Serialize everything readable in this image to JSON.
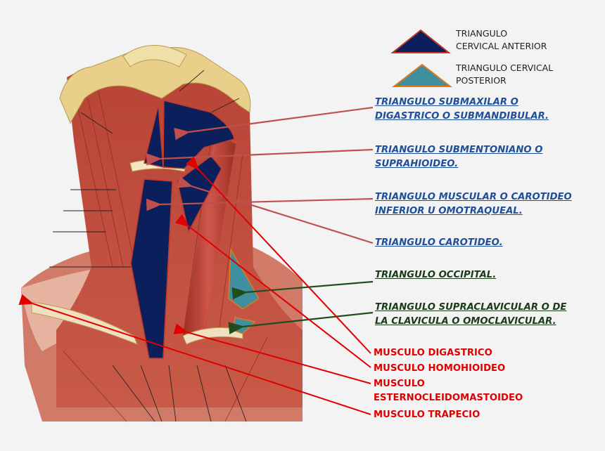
{
  "legend": {
    "anterior": {
      "label": "TRIANGULO\nCERVICAL ANTERIOR",
      "fill": "#0b1f5c",
      "stroke": "#c0392b"
    },
    "posterior": {
      "label": "TRIANGULO CERVICAL\nPOSTERIOR",
      "fill": "#3f8fa0",
      "stroke": "#e07a1a"
    }
  },
  "triangles": [
    {
      "label": "TRIANGULO SUBMAXILAR O\nDIGASTRICO O SUBMANDIBULAR.",
      "color": "#1f4e9c"
    },
    {
      "label": "TRIANGULO SUBMENTONIANO O\nSUPRAHIOIDEO.",
      "color": "#1f4e9c"
    },
    {
      "label": "TRIANGULO MUSCULAR O CAROTIDEO\nINFERIOR U OMOTRAQUEAL.",
      "color": "#1f4e9c"
    },
    {
      "label": "TRIANGULO CAROTIDEO.",
      "color": "#1f4e9c"
    },
    {
      "label": "TRIANGULO OCCIPITAL.",
      "color": "#1a3a1a"
    },
    {
      "label": "TRIANGULO SUPRACLAVICULAR O DE\nLA CLAVICULA O OMOCLAVICULAR.",
      "color": "#1a3a1a"
    }
  ],
  "muscles": [
    "MUSCULO DIGASTRICO",
    "MUSCULO HOMOHIOIDEO",
    "MUSCULO\nESTERNOCLEIDOMASTOIDEO",
    "MUSCULO TRAPECIO"
  ],
  "colors": {
    "background": "#f3f3f3",
    "triangle_arrow": "#c0504d",
    "posterior_arrow": "#1e4d1e",
    "muscle_arrow": "#e00000",
    "muscle_tissue": "#c44a3a",
    "bone": "#e8cf8a"
  }
}
